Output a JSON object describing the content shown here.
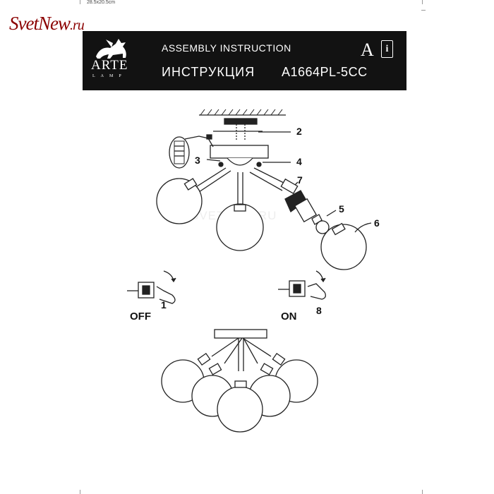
{
  "document": {
    "size_note": "28.5x20.5cm",
    "watermark_logo": {
      "part1": "Svet",
      "part2": "New",
      "part3": ".ru"
    },
    "banner": {
      "brand": "ARTE",
      "brand_sub": "LAMP",
      "title_en": "ASSEMBLY INSTRUCTION",
      "title_ru": "ИНСТРУКЦИЯ",
      "model": "A1664PL-5CC",
      "language_letter": "A",
      "info_icon_letter": "i"
    },
    "callouts": [
      "2",
      "3",
      "4",
      "7",
      "5",
      "6",
      "1",
      "8"
    ],
    "switch_off_label": "OFF",
    "switch_on_label": "ON",
    "center_watermark": "SVETNEW.RU"
  },
  "colors": {
    "banner_bg": "#121212",
    "logo": "#8b0000",
    "line": "#222222"
  }
}
